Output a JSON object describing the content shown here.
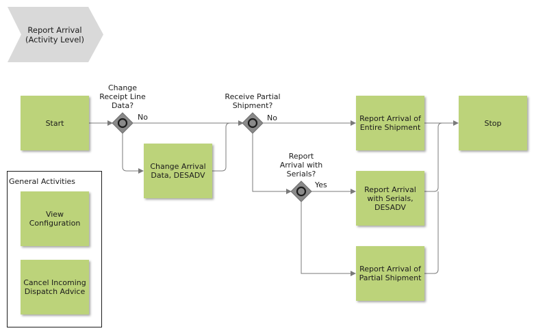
{
  "header": {
    "title": "Report Arrival\n(Activity Level)"
  },
  "nodes": {
    "start": "Start",
    "change_arrival": "Change Arrival\nData, DESADV",
    "report_entire": "Report Arrival of\nEntire Shipment",
    "report_serials": "Report Arrival\nwith Serials,\nDESADV",
    "report_partial": "Report Arrival of\nPartial Shipment",
    "stop": "Stop"
  },
  "gateways": {
    "change_receipt": "Change\nReceipt Line\nData?",
    "receive_partial": "Receive Partial\nShipment?",
    "report_serials": "Report\nArrival with\nSerials?"
  },
  "edge_labels": {
    "no_1": "No",
    "no_2": "No",
    "yes": "Yes"
  },
  "general_activities": {
    "title": "General Activities",
    "items": [
      "View\nConfiguration",
      "Cancel Incoming\nDispatch Advice"
    ]
  },
  "colors": {
    "activity_fill": "#bcd37a",
    "gateway_fill": "#8a8a8a",
    "chevron_fill": "#d9d9d9",
    "line": "#7a7a7a"
  }
}
